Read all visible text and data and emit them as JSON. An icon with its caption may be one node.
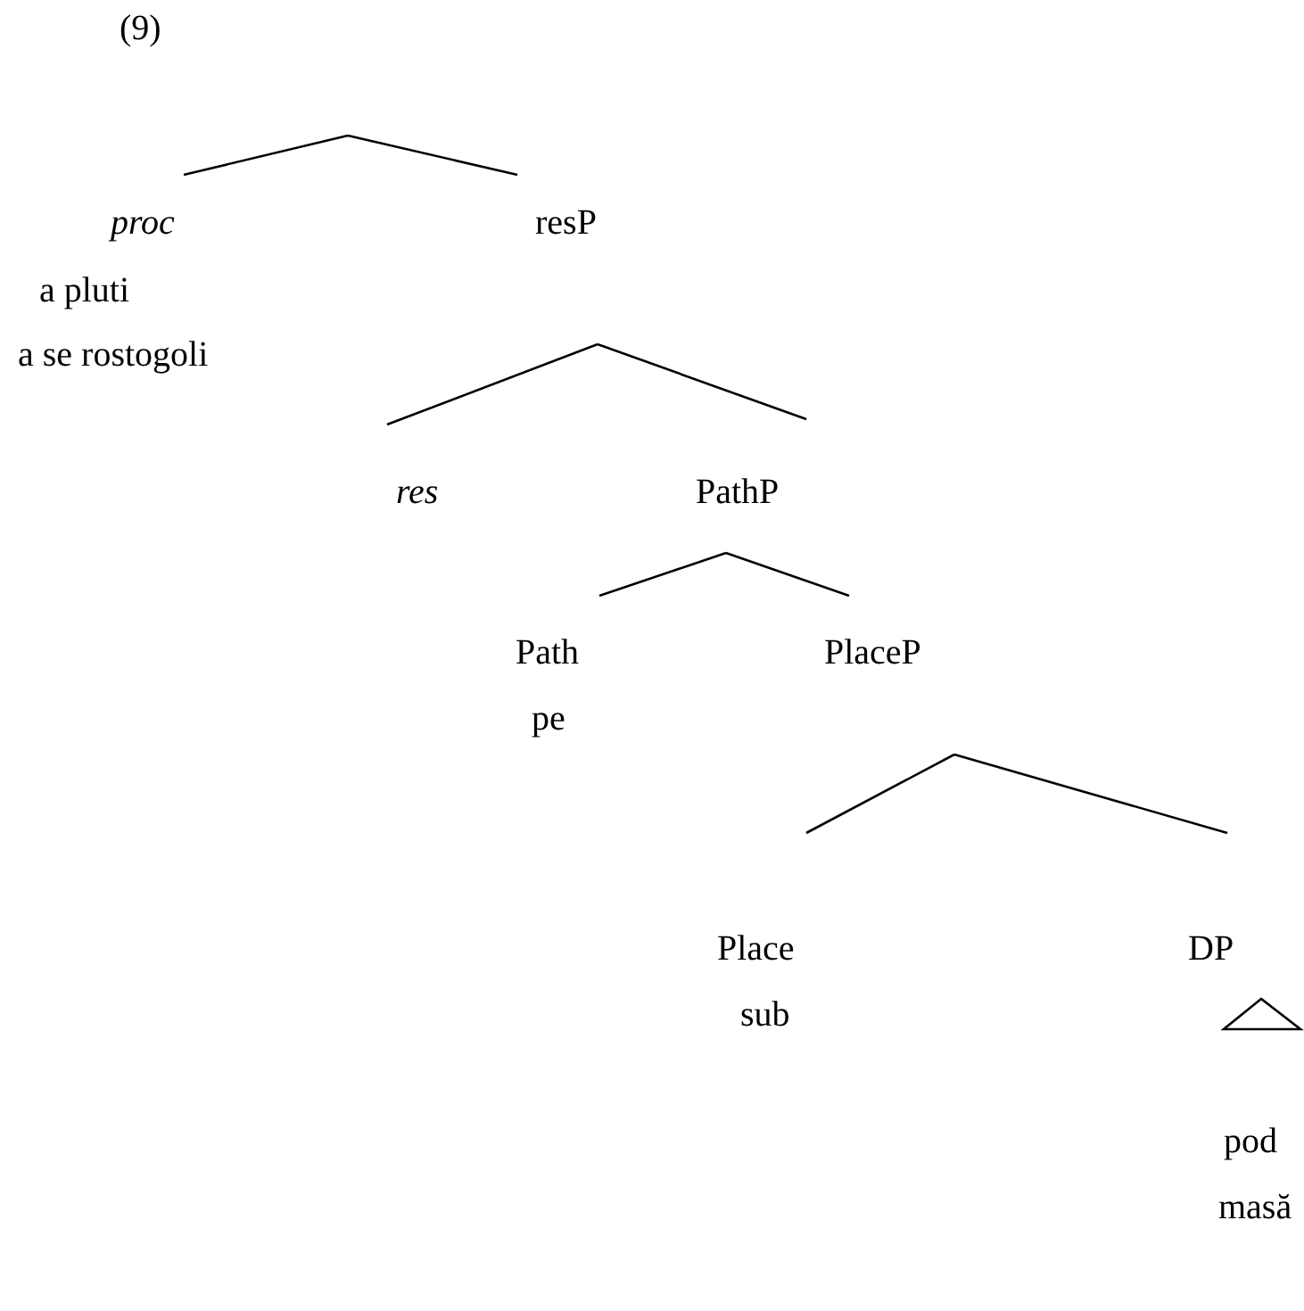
{
  "diagram": {
    "nodes": [
      {
        "text": [
          "proc"
        ],
        "beside": [
          "a pluti",
          "a se rostogoli"
        ]
      },
      {
        "text": [
          "resP"
        ]
      },
      {
        "text": [
          "res"
        ]
      },
      {
        "text": [
          "PathP"
        ]
      },
      {
        "text": [
          "Path"
        ],
        "beside": [
          "pe"
        ]
      },
      {
        "text": [
          "PlaceP"
        ]
      },
      {
        "text": [
          "Place"
        ],
        "beside": [
          "sub"
        ]
      },
      {
        "text": [
          "DP"
        ],
        "beside": [
          "pod",
          "masă"
        ]
      }
    ],
    "edges": [
      {
        "from": null,
        "to": 0,
        "arrow": "none"
      },
      {
        "from": null,
        "to": 1,
        "arrow": "none"
      },
      {
        "from": 1,
        "to": 2,
        "arrow": "none"
      },
      {
        "from": 1,
        "to": 3,
        "arrow": "none"
      },
      {
        "from": 3,
        "to": 4,
        "arrow": "none"
      },
      {
        "from": 3,
        "to": 5,
        "arrow": "none"
      },
      {
        "from": 5,
        "to": 6,
        "arrow": "none"
      },
      {
        "from": 5,
        "to": 7,
        "arrow": "none"
      }
    ],
    "labels": [
      "(9)"
    ]
  }
}
